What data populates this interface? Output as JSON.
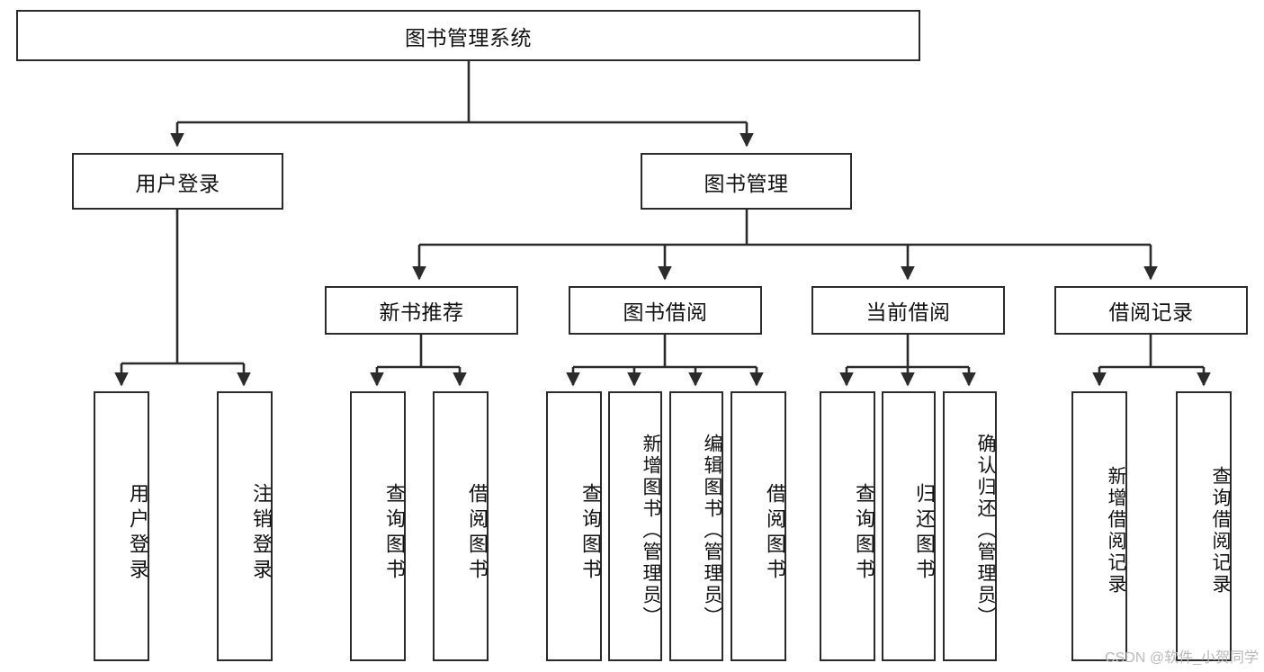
{
  "diagram": {
    "title": "图书管理系统",
    "type": "tree",
    "watermark": "CSDN @软件_小贺同学",
    "colors": {
      "stroke": "#2b2b2b",
      "fill": "#ffffff",
      "text": "#111111",
      "watermark": "#b9b9b9"
    },
    "nodes": {
      "root": {
        "label": "图书管理系统"
      },
      "level1": [
        {
          "id": "user_login",
          "label": "用户登录"
        },
        {
          "id": "book_manage",
          "label": "图书管理"
        }
      ],
      "level2": [
        {
          "id": "new_book_rec",
          "label": "新书推荐"
        },
        {
          "id": "book_borrow",
          "label": "图书借阅"
        },
        {
          "id": "current_borrow",
          "label": "当前借阅"
        },
        {
          "id": "borrow_record",
          "label": "借阅记录"
        }
      ],
      "leaves": {
        "user_login": [
          {
            "id": "leaf_user_login",
            "label": "用户登录"
          },
          {
            "id": "leaf_logout",
            "label": "注销登录"
          }
        ],
        "new_book_rec": [
          {
            "id": "leaf_query_book_1",
            "label": "查询图书"
          },
          {
            "id": "leaf_borrow_book_1",
            "label": "借阅图书"
          }
        ],
        "book_borrow": [
          {
            "id": "leaf_query_book_2",
            "label": "查询图书"
          },
          {
            "id": "leaf_add_book",
            "label": "新增图书（管理员）"
          },
          {
            "id": "leaf_edit_book",
            "label": "编辑图书（管理员）"
          },
          {
            "id": "leaf_borrow_book_2",
            "label": "借阅图书"
          }
        ],
        "current_borrow": [
          {
            "id": "leaf_query_book_3",
            "label": "查询图书"
          },
          {
            "id": "leaf_return_book",
            "label": "归还图书"
          },
          {
            "id": "leaf_confirm_return",
            "label": "确认归还（管理员）"
          }
        ],
        "borrow_record": [
          {
            "id": "leaf_add_record",
            "label": "新增借阅记录"
          },
          {
            "id": "leaf_query_record",
            "label": "查询借阅记录"
          }
        ]
      }
    }
  }
}
